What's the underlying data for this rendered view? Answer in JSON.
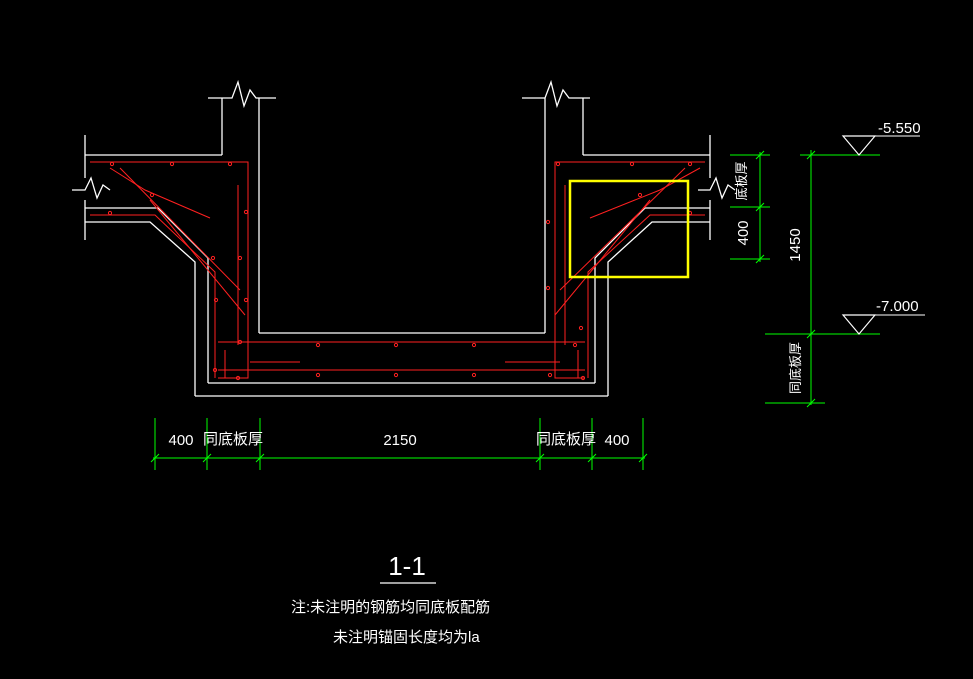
{
  "drawing": {
    "section_label": "1-1",
    "notes": [
      "注:未注明的钢筋均同底板配筋",
      "未注明锚固长度均为la"
    ]
  },
  "elevations": {
    "top": "-5.550",
    "bottom": "-7.000"
  },
  "dimensions": {
    "bottom": {
      "left_offset": "400",
      "left_wall": "同底板厚",
      "pit_width": "2150",
      "right_wall": "同底板厚",
      "right_offset": "400"
    },
    "right": {
      "slab_thickness": "底板厚",
      "haunch": "400",
      "total_depth": "1450",
      "bottom_thickness": "同底板厚"
    }
  },
  "colors": {
    "background": "#000000",
    "concrete": "#ffffff",
    "rebar": "#ff2020",
    "dimension": "#00ff00",
    "highlight": "#ffff00"
  }
}
